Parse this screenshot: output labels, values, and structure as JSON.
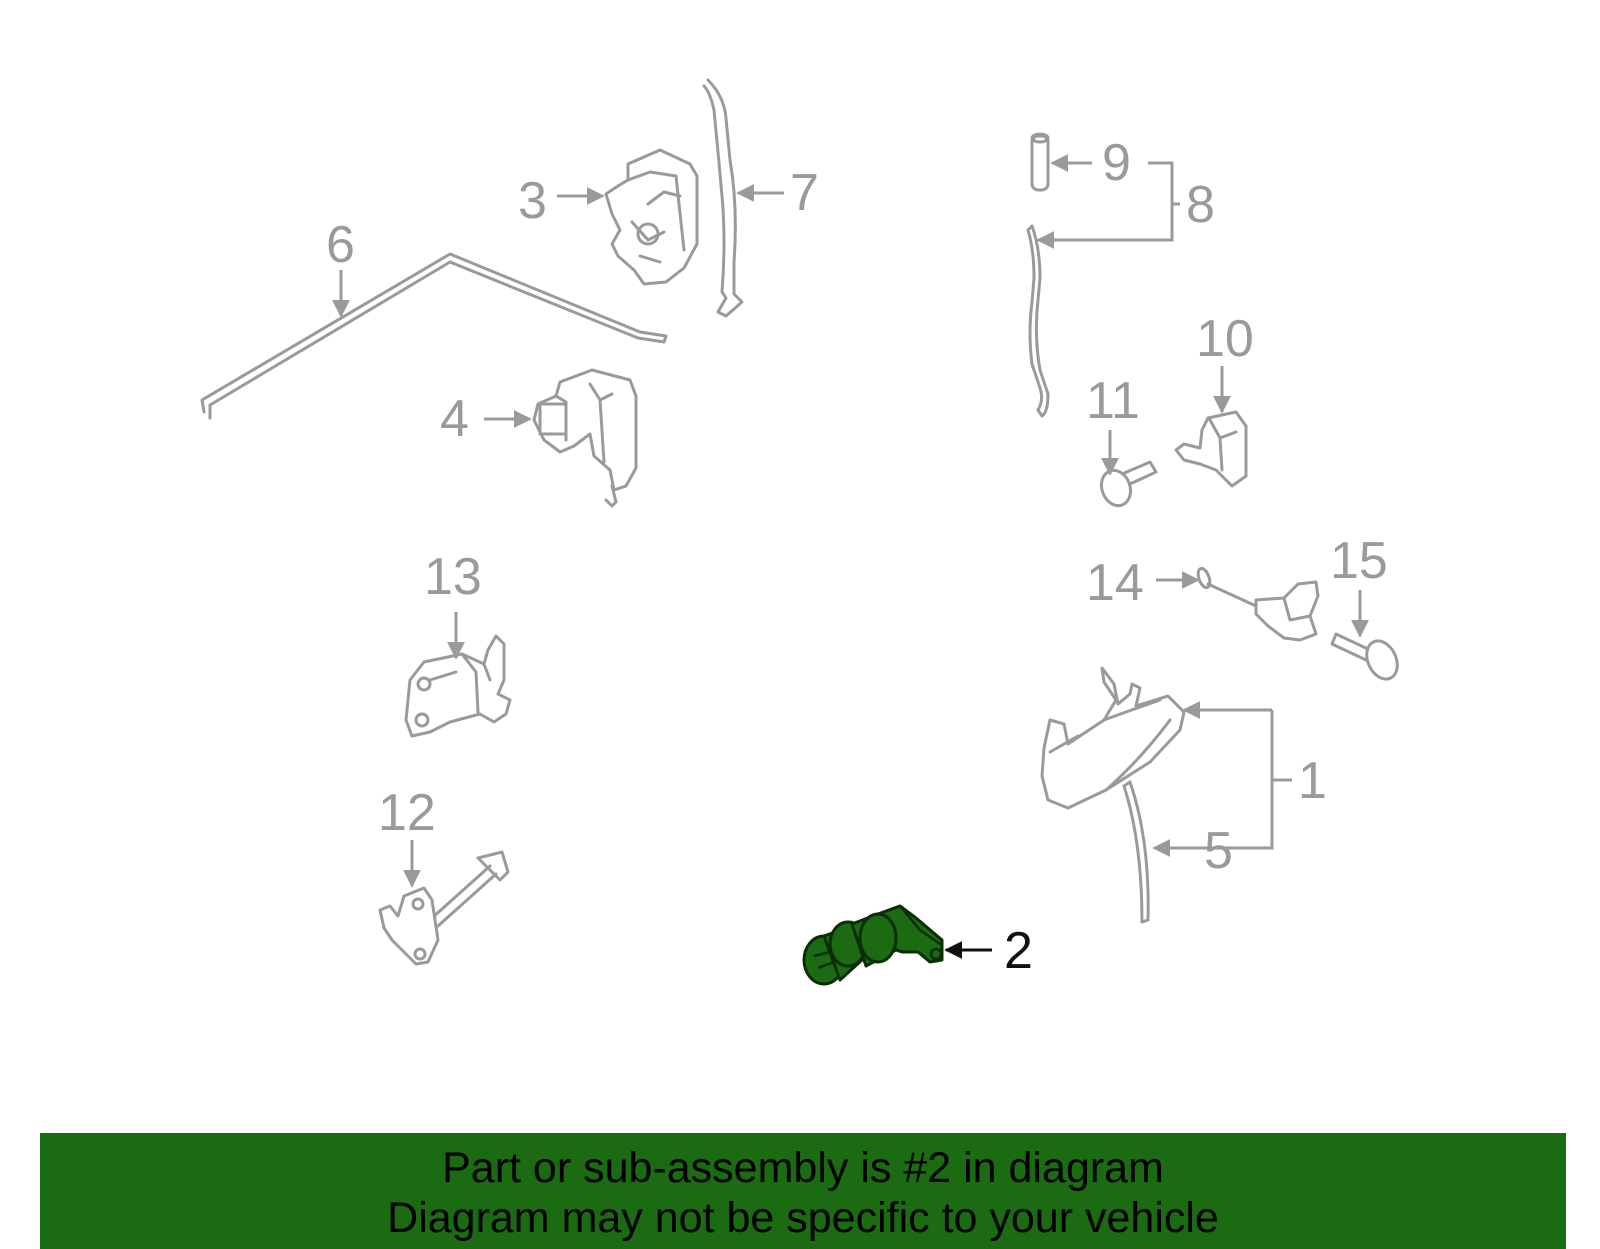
{
  "callouts": {
    "c1": "1",
    "c2": "2",
    "c3": "3",
    "c4": "4",
    "c5": "5",
    "c6": "6",
    "c7": "7",
    "c8": "8",
    "c9": "9",
    "c10": "10",
    "c11": "11",
    "c12": "12",
    "c13": "13",
    "c14": "14",
    "c15": "15"
  },
  "highlighted_part": "2",
  "colors": {
    "banner_background": "#1b6b12",
    "highlight_part": "#1b6b12",
    "line_art": "#9a9a9a",
    "highlight_callout": "#111111"
  },
  "banner": {
    "line1": "Part or sub-assembly is #2 in diagram",
    "line2": "Diagram may not be specific to your vehicle"
  }
}
